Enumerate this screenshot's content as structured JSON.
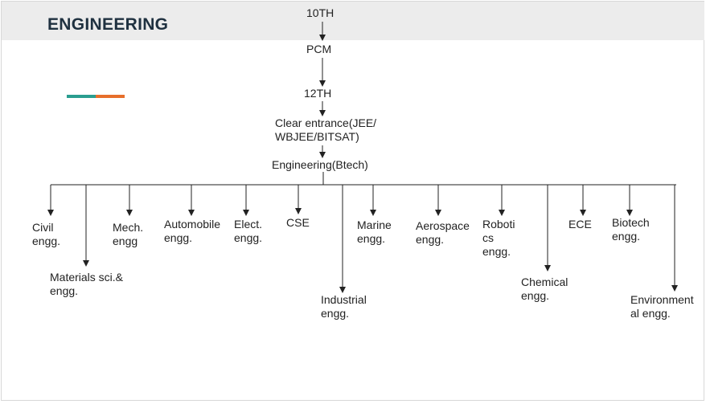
{
  "header": {
    "title": "ENGINEERING",
    "colors": {
      "band": "#ececec",
      "title": "#1f3140",
      "accent_left": "#2a9d8f",
      "accent_right": "#e76f2b"
    }
  },
  "flow": {
    "step1": "10TH",
    "step2": "PCM",
    "step3": "12TH",
    "step4": "Clear entrance(JEE/\nWBJEE/BITSAT)",
    "step5": "Engineering(Btech)"
  },
  "branches": {
    "civil": "Civil\nengg.",
    "materials": "Materials sci.&\nengg.",
    "mech": "Mech.\nengg",
    "automobile": "Automobile\nengg.",
    "elect": "Elect.\nengg.",
    "cse": "CSE",
    "industrial": "Industrial\nengg.",
    "marine": "Marine\nengg.",
    "aerospace": "Aerospace\nengg.",
    "robotics": "Roboti\ncs\nengg.",
    "chemical": "Chemical\nengg.",
    "ece": "ECE",
    "biotech": "Biotech\nengg.",
    "environmental": "Environment\nal engg."
  }
}
